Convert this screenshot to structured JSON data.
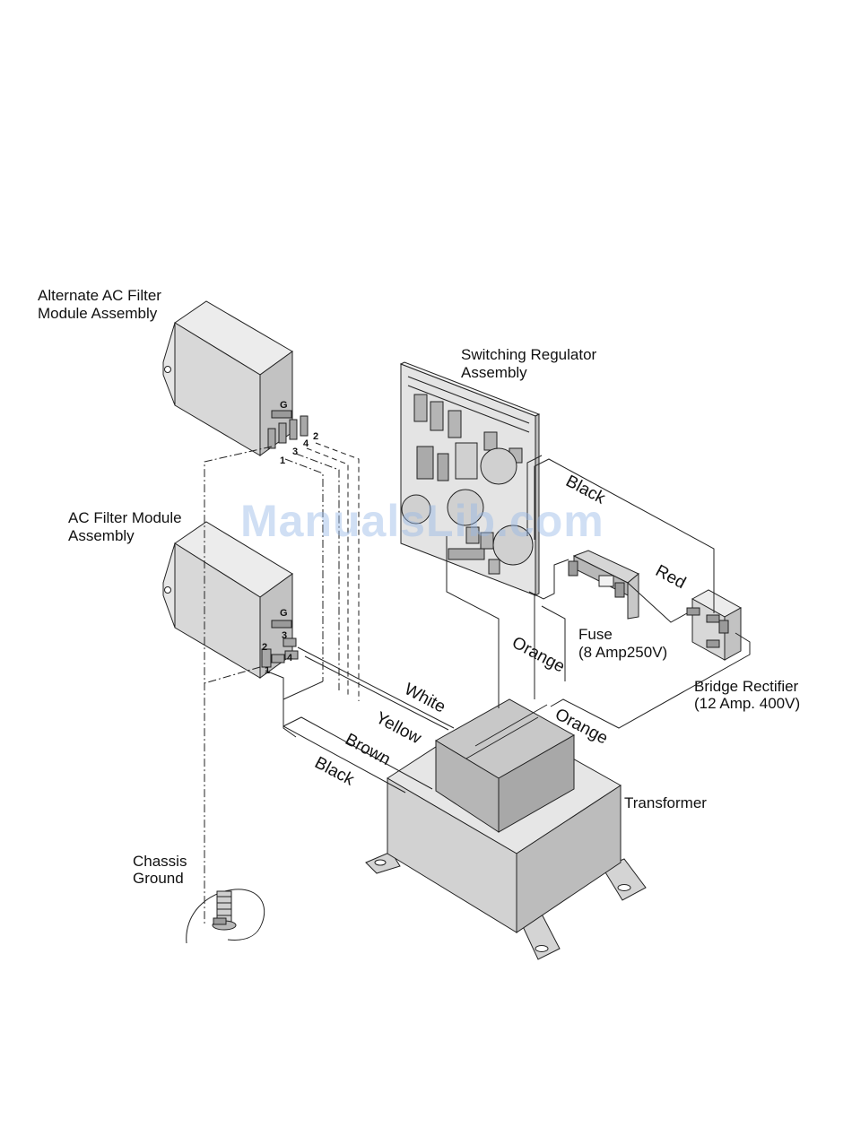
{
  "labels": {
    "alt_filter_line1": "Alternate AC Filter",
    "alt_filter_line2": "Module Assembly",
    "filter_line1": "AC Filter Module",
    "filter_line2": "Assembly",
    "regulator_line1": "Switching Regulator",
    "regulator_line2": "Assembly",
    "fuse_line1": "Fuse",
    "fuse_line2": "(8 Amp250V)",
    "rectifier_line1": "Bridge Rectifier",
    "rectifier_line2": "(12 Amp. 400V)",
    "transformer": "Transformer",
    "chassis_line1": "Chassis",
    "chassis_line2": "Ground"
  },
  "wires": {
    "black_top": "Black",
    "red": "Red",
    "orange_upper": "Orange",
    "orange_lower": "Orange",
    "white": "White",
    "yellow": "Yellow",
    "brown": "Brown",
    "black_bottom": "Black"
  },
  "pins": {
    "alt": {
      "g": "G",
      "p1": "1",
      "p2": "2",
      "p3": "3",
      "p4": "4"
    },
    "main": {
      "g": "G",
      "p1": "1",
      "p2": "2",
      "p3": "3",
      "p4": "4"
    }
  },
  "watermark": "ManualsLib.com",
  "colors": {
    "line": "#222222",
    "body_face": "#dcdcdc",
    "body_side": "#c4c4c4",
    "body_top": "#ececec",
    "watermark": "#96b9e6"
  }
}
